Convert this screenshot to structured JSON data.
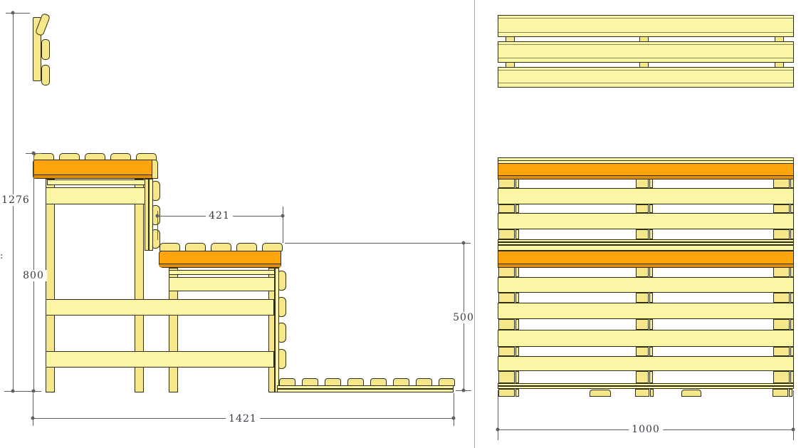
{
  "side_view": {
    "dims": {
      "height_total": "1276",
      "seat_height_upper": "800",
      "upper_seat_depth": "421",
      "lower_seat_height": "500",
      "total_depth": "1421"
    },
    "edge_fragment": ":"
  },
  "front_view": {
    "dims": {
      "width_total": "1000"
    }
  },
  "colors": {
    "background": "#FFFFFF",
    "wood_light": "#FBF5A6",
    "wood_mid": "#F6E88A",
    "orange": "#FFA40D",
    "orange_dark": "#E38C00",
    "outline": "#2F2F1A",
    "dim_line": "#5F5F5F",
    "text": "#3A3A44",
    "divider": "#A8A8A8"
  }
}
